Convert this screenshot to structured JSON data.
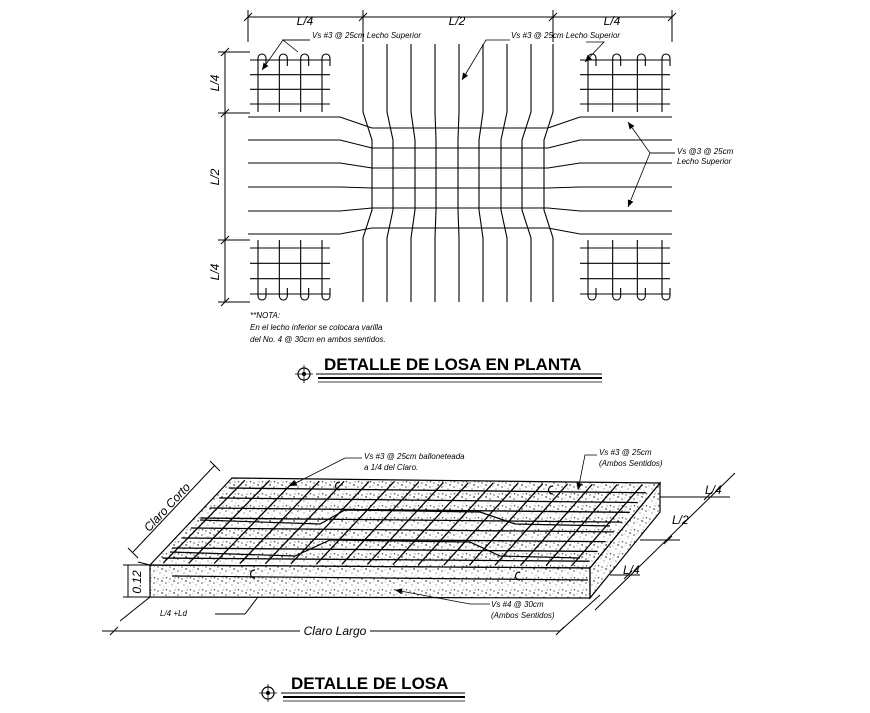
{
  "plan": {
    "dim_quarter_left": "L/4",
    "dim_half": "L/2",
    "dim_quarter_right": "L/4",
    "dim_side_top": "L/4",
    "dim_side_mid": "L/2",
    "dim_side_bot": "L/4",
    "label_top_left": "Vs #3 @ 25cm Lecho Superior",
    "label_top_center": "Vs #3 @ 25cm Lecho Superior",
    "label_right_line1": "Vs @3 @ 25cm",
    "label_right_line2": "Lecho Superior",
    "note_title": "**NOTA:",
    "note_line1": "En el lecho inferior se colocara varilla",
    "note_line2": "del No. 4 @ 30cm en ambos sentidos.",
    "title": "DETALLE DE LOSA EN PLANTA"
  },
  "section": {
    "label_top_line1": "Vs #3 @ 25cm balloneteada",
    "label_top_line2": "a 1/4 del Claro.",
    "label_right_line1": "Vs #3 @ 25cm",
    "label_right_line2": "(Ambos Sentidos)",
    "label_bottom_line1": "Vs #4 @ 30cm",
    "label_bottom_line2": "(Ambos Sentidos)",
    "dim_claro_corto": "Claro Corto",
    "dim_thickness": "0.12",
    "dim_ld": "L/4 +Ld",
    "dim_claro_largo": "Claro Largo",
    "dim_r_quarter_top": "L/4",
    "dim_r_half": "L/2",
    "dim_r_quarter_bot": "L/4",
    "title": "DETALLE DE LOSA"
  }
}
